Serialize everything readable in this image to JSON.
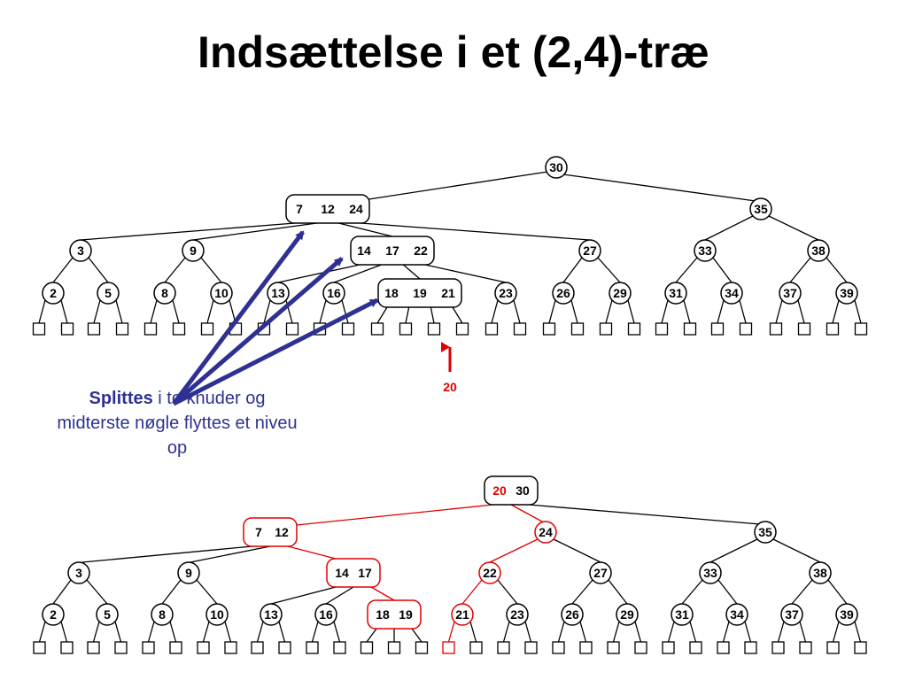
{
  "title": "Indsættelse i et (2,4)-træ",
  "colors": {
    "text": "#000000",
    "highlight": "#e00000",
    "arrow": "#2e3192"
  },
  "callout": {
    "bold": "Splittes",
    "rest": " i to knuder og midterste nøgle flyttes et niveu op"
  },
  "insert_key": "20",
  "tree_before": {
    "root": {
      "keys": [
        "30"
      ]
    },
    "level1": [
      {
        "keys": [
          "7",
          "12",
          "24"
        ]
      },
      {
        "keys": [
          "35"
        ]
      }
    ],
    "level2": [
      {
        "keys": [
          "3"
        ]
      },
      {
        "keys": [
          "9"
        ]
      },
      {
        "keys": [
          "14",
          "17",
          "22"
        ]
      },
      {
        "keys": [
          "27"
        ]
      },
      {
        "keys": [
          "33"
        ]
      },
      {
        "keys": [
          "38"
        ]
      }
    ],
    "level3": [
      {
        "keys": [
          "2"
        ]
      },
      {
        "keys": [
          "5"
        ]
      },
      {
        "keys": [
          "8"
        ]
      },
      {
        "keys": [
          "10"
        ]
      },
      {
        "keys": [
          "13"
        ]
      },
      {
        "keys": [
          "16"
        ]
      },
      {
        "keys": [
          "18",
          "19",
          "21"
        ]
      },
      {
        "keys": [
          "23"
        ]
      },
      {
        "keys": [
          "26"
        ]
      },
      {
        "keys": [
          "29"
        ]
      },
      {
        "keys": [
          "31"
        ]
      },
      {
        "keys": [
          "34"
        ]
      },
      {
        "keys": [
          "37"
        ]
      },
      {
        "keys": [
          "39"
        ]
      }
    ]
  },
  "tree_after": {
    "root": {
      "keys": [
        "20",
        "30"
      ],
      "highlight_keys": [
        "20"
      ]
    },
    "level1": [
      {
        "keys": [
          "7",
          "12"
        ],
        "red": true
      },
      {
        "keys": [
          "24"
        ],
        "red": true
      },
      {
        "keys": [
          "35"
        ]
      }
    ],
    "level2": [
      {
        "keys": [
          "3"
        ]
      },
      {
        "keys": [
          "9"
        ]
      },
      {
        "keys": [
          "14",
          "17"
        ],
        "red": true
      },
      {
        "keys": [
          "22"
        ],
        "red": true
      },
      {
        "keys": [
          "27"
        ]
      },
      {
        "keys": [
          "33"
        ]
      },
      {
        "keys": [
          "38"
        ]
      }
    ],
    "level3": [
      {
        "keys": [
          "2"
        ]
      },
      {
        "keys": [
          "5"
        ]
      },
      {
        "keys": [
          "8"
        ]
      },
      {
        "keys": [
          "10"
        ]
      },
      {
        "keys": [
          "13"
        ]
      },
      {
        "keys": [
          "16"
        ]
      },
      {
        "keys": [
          "18",
          "19"
        ],
        "red": true
      },
      {
        "keys": [
          "21"
        ],
        "red": true
      },
      {
        "keys": [
          "23"
        ]
      },
      {
        "keys": [
          "26"
        ]
      },
      {
        "keys": [
          "29"
        ]
      },
      {
        "keys": [
          "31"
        ]
      },
      {
        "keys": [
          "34"
        ]
      },
      {
        "keys": [
          "37"
        ]
      },
      {
        "keys": [
          "39"
        ]
      }
    ]
  }
}
